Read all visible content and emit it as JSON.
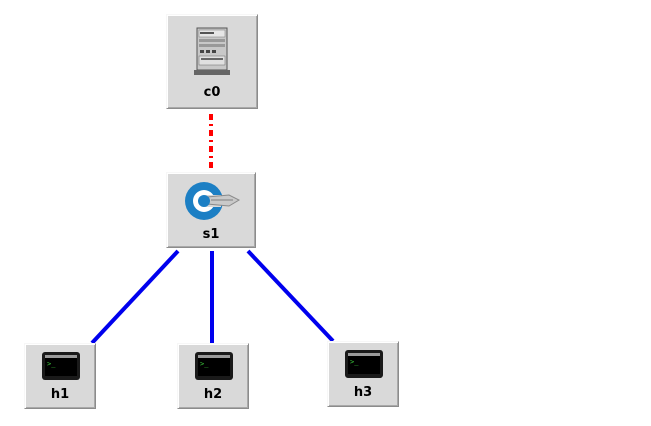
{
  "topology": {
    "controller": {
      "label": "c0",
      "icon": "controller-server-icon"
    },
    "switch": {
      "label": "s1",
      "icon": "switch-icon"
    },
    "hosts": [
      {
        "label": "h1",
        "icon": "host-terminal-icon"
      },
      {
        "label": "h2",
        "icon": "host-terminal-icon"
      },
      {
        "label": "h3",
        "icon": "host-terminal-icon"
      }
    ],
    "links": [
      {
        "from": "c0",
        "to": "s1",
        "kind": "control",
        "color": "#ff0000",
        "style": "dash-dot"
      },
      {
        "from": "s1",
        "to": "h1",
        "kind": "data",
        "color": "#0000ee",
        "style": "solid"
      },
      {
        "from": "s1",
        "to": "h2",
        "kind": "data",
        "color": "#0000ee",
        "style": "solid"
      },
      {
        "from": "s1",
        "to": "h3",
        "kind": "data",
        "color": "#0000ee",
        "style": "solid"
      }
    ]
  }
}
